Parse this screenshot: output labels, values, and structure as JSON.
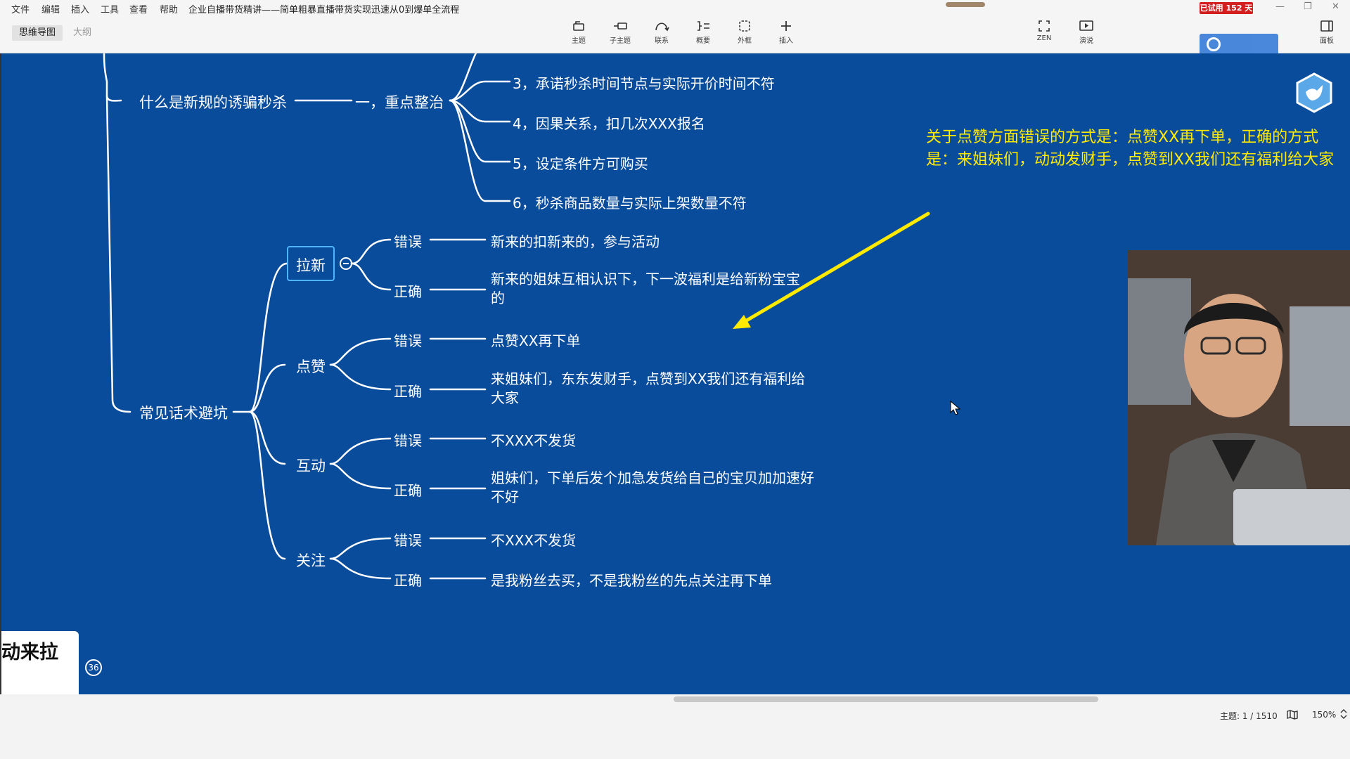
{
  "menu": [
    "文件",
    "编辑",
    "插入",
    "工具",
    "查看",
    "帮助"
  ],
  "doc_title": "企业自播带货精讲——简单粗暴直播带货实现迅速从0到爆单全流程",
  "trial_badge": "已试用 152 天",
  "view_tabs": [
    "思维导图",
    "大纲"
  ],
  "tools": [
    "主题",
    "子主题",
    "联系",
    "概要",
    "外框",
    "插入"
  ],
  "right_tools": [
    "ZEN",
    "演说",
    "面板"
  ],
  "mindmap": {
    "top": {
      "main": "什么是新规的诱骗秒杀",
      "sub": "一，重点整治",
      "leaves": [
        "3，承诺秒杀时间节点与实际开价时间不符",
        "4，因果关系，扣几次XXX报名",
        "5，设定条件方可购买",
        "6，秒杀商品数量与实际上架数量不符"
      ]
    },
    "bottom": {
      "main": "常见话术避坑",
      "groups": [
        {
          "name": "拉新",
          "wrong_label": "错误",
          "wrong": "新来的扣新来的，参与活动",
          "right_label": "正确",
          "right": "新来的姐妹互相认识下，下一波福利是给新粉宝宝的"
        },
        {
          "name": "点赞",
          "wrong_label": "错误",
          "wrong": "点赞XX再下单",
          "right_label": "正确",
          "right": "来姐妹们，东东发财手，点赞到XX我们还有福利给大家"
        },
        {
          "name": "互动",
          "wrong_label": "错误",
          "wrong": "不XXX不发货",
          "right_label": "正确",
          "right": "姐妹们，下单后发个加急发货给自己的宝贝加加速好不好"
        },
        {
          "name": "关注",
          "wrong_label": "错误",
          "wrong": "不XXX不发货",
          "right_label": "正确",
          "right": "是我粉丝去买，不是我粉丝的先点关注再下单"
        }
      ]
    }
  },
  "annotation": "关于点赞方面错误的方式是：点赞XX再下单，正确的方式是：来姐妹们，动动发财手，点赞到XX我们还有福利给大家",
  "card_text": "动来拉",
  "count_badge": "36",
  "status": {
    "topic_count": "主题: 1 / 1510",
    "zoom": "150%"
  },
  "colors": {
    "canvas": "#0a4c9c",
    "annotation": "#ffea00",
    "arrow": "#ffea00",
    "selection": "#4fb4ff"
  }
}
